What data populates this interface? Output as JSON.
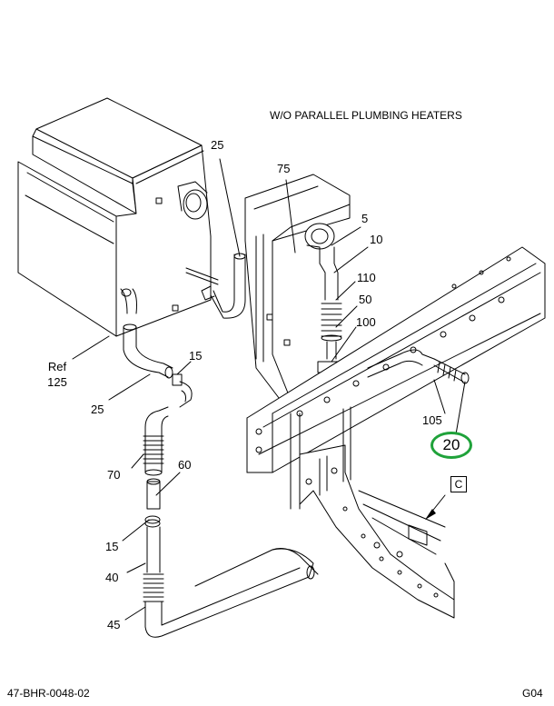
{
  "header": {
    "title": "W/O PARALLEL PLUMBING HEATERS"
  },
  "callouts": {
    "c25_top": "25",
    "c75": "75",
    "c5": "5",
    "c10": "10",
    "c110": "110",
    "c50": "50",
    "c100": "100",
    "ref_word": "Ref",
    "ref_num": "125",
    "c15_top": "15",
    "c25_mid": "25",
    "c105": "105",
    "c20": "20",
    "c70": "70",
    "c60": "60",
    "c15_low": "15",
    "c40": "40",
    "c45": "45",
    "view_c": "C"
  },
  "footer": {
    "drawing_number": "47-BHR-0048-02",
    "sheet": "G04"
  },
  "colors": {
    "highlight": "#1fa23a",
    "line": "#000000"
  }
}
